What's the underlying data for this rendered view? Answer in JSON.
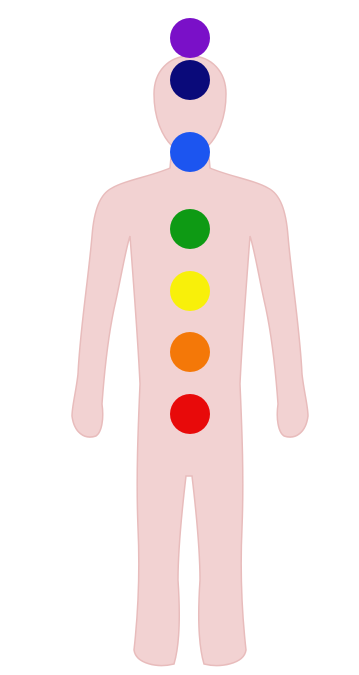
{
  "colors": {
    "background": "#ffffff",
    "body_fill": "#f2d2d2",
    "body_outline": "#e8bcbc"
  },
  "chakras": [
    {
      "id": "crown",
      "color": "#7a10c8"
    },
    {
      "id": "third-eye",
      "color": "#0a0a7a"
    },
    {
      "id": "throat",
      "color": "#1c55f0"
    },
    {
      "id": "heart",
      "color": "#0e9a14"
    },
    {
      "id": "solar-plexus",
      "color": "#f8f00a"
    },
    {
      "id": "sacral",
      "color": "#f47808"
    },
    {
      "id": "root",
      "color": "#e80a0a"
    }
  ]
}
